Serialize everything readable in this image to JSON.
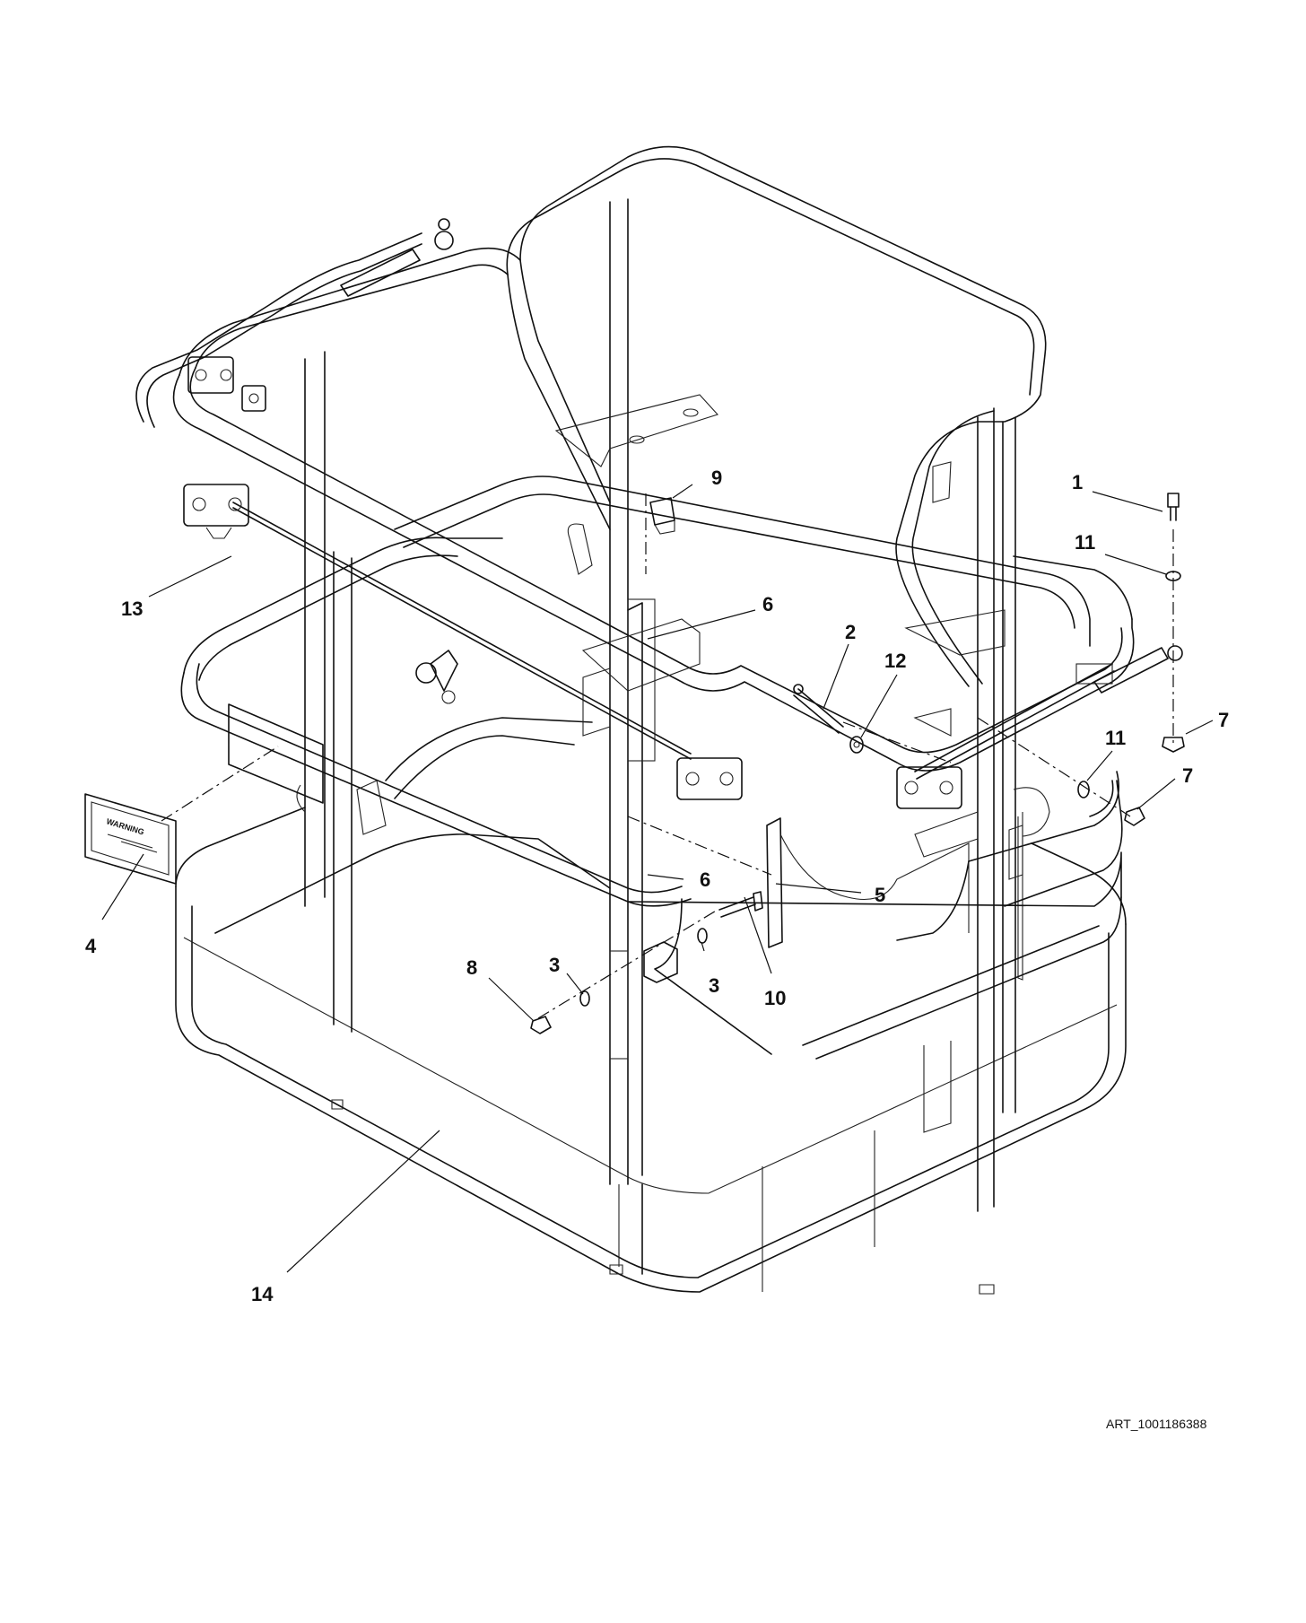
{
  "callouts": {
    "c1": "1",
    "c2": "2",
    "c3a": "3",
    "c3b": "3",
    "c4": "4",
    "c5": "5",
    "c6a": "6",
    "c6b": "6",
    "c7a": "7",
    "c7b": "7",
    "c8": "8",
    "c9": "9",
    "c10": "10",
    "c11a": "11",
    "c11b": "11",
    "c12": "12",
    "c13": "13",
    "c14": "14"
  },
  "decal": {
    "label": "WARNING"
  },
  "art_code": "ART_1001186388",
  "colors": {
    "line": "#111111",
    "background": "#ffffff"
  }
}
